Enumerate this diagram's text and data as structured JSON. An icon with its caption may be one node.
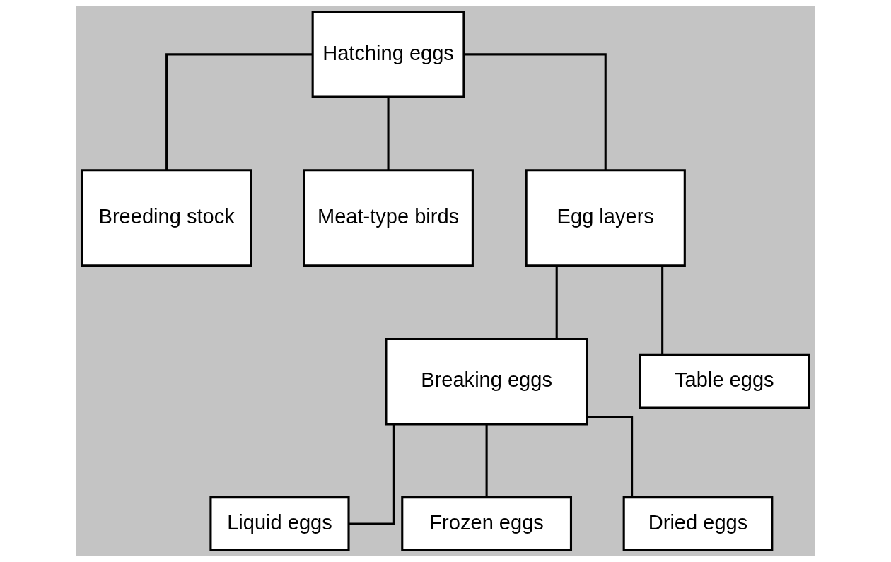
{
  "diagram": {
    "nodes": [
      {
        "text": [
          "Hatching eggs"
        ]
      },
      {
        "text": [
          "Breeding stock"
        ]
      },
      {
        "text": [
          "Meat-type birds"
        ]
      },
      {
        "text": [
          "Egg layers"
        ]
      },
      {
        "text": [
          "Breaking eggs"
        ]
      },
      {
        "text": [
          "Table eggs"
        ]
      },
      {
        "text": [
          "Liquid eggs"
        ]
      },
      {
        "text": [
          "Frozen eggs"
        ]
      },
      {
        "text": [
          "Dried eggs"
        ]
      }
    ],
    "edges": [
      {
        "from": 0,
        "to": 1,
        "arrow": "none"
      },
      {
        "from": 0,
        "to": 2,
        "arrow": "none"
      },
      {
        "from": 0,
        "to": 3,
        "arrow": "none"
      },
      {
        "from": 3,
        "to": 4,
        "arrow": "none"
      },
      {
        "from": 3,
        "to": 5,
        "arrow": "none"
      },
      {
        "from": 4,
        "to": 6,
        "arrow": "none"
      },
      {
        "from": 4,
        "to": 7,
        "arrow": "none"
      },
      {
        "from": 4,
        "to": 8,
        "arrow": "none"
      }
    ]
  }
}
